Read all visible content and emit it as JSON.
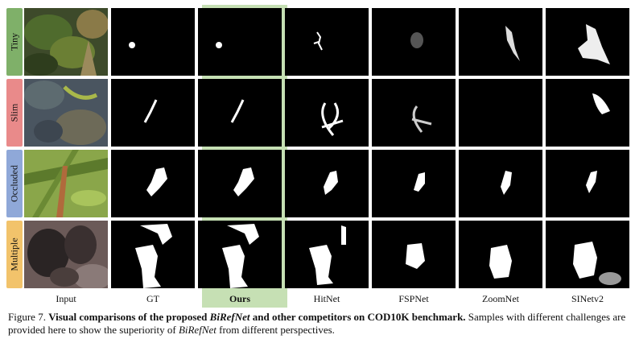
{
  "rows": [
    {
      "label": "Tiny",
      "color": "#7fb069"
    },
    {
      "label": "Slim",
      "color": "#e98a8a"
    },
    {
      "label": "Occluded",
      "color": "#8fa8d8"
    },
    {
      "label": "Multiple",
      "color": "#f2c36b"
    }
  ],
  "columns": [
    "Input",
    "GT",
    "Ours",
    "HitNet",
    "FSPNet",
    "ZoomNet",
    "SINetv2"
  ],
  "highlight_color": "#c6e0b4",
  "caption": {
    "prefix": "Figure 7.",
    "bold_a": "Visual comparisons of the proposed",
    "name_bold_italic": "BiRefNet",
    "bold_b": "and other competitors on COD10K benchmark.",
    "rest_a": "Samples with different challenges are provided here to show the superiority of",
    "name_italic": "BiRefNet",
    "rest_b": "from different perspectives."
  }
}
